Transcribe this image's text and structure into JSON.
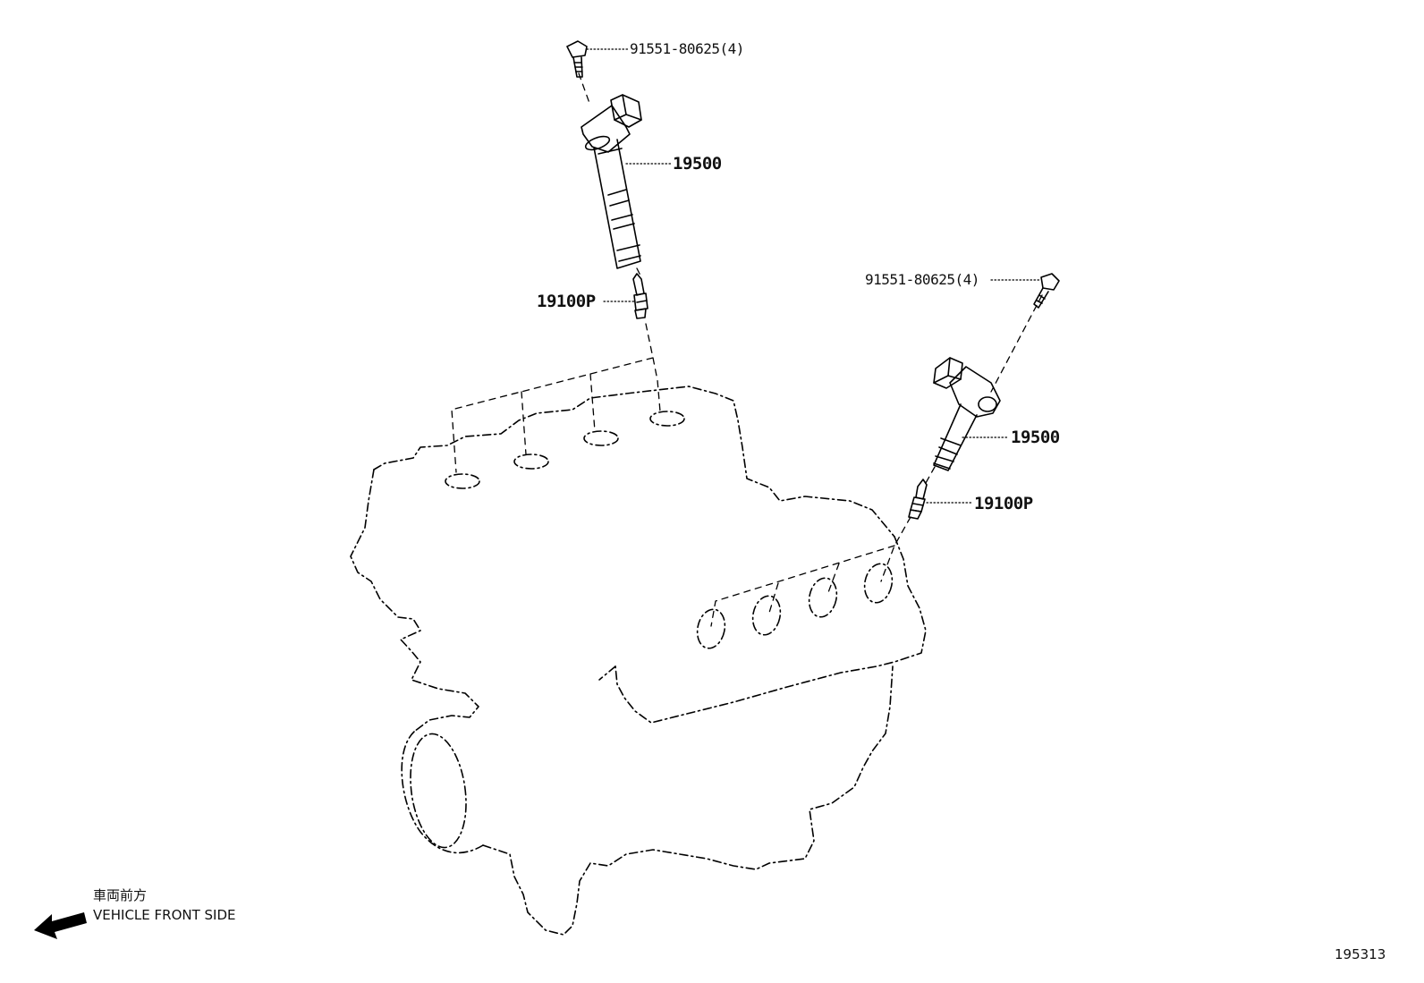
{
  "labels": {
    "bolt_top": "91551-80625(4)",
    "coil_top": "19500",
    "plug_top": "19100P",
    "bolt_right": "91551-80625(4)",
    "coil_right": "19500",
    "plug_right": "19100P"
  },
  "direction": {
    "japanese": "車両前方",
    "english": "VEHICLE FRONT SIDE"
  },
  "figure_number": "195313"
}
